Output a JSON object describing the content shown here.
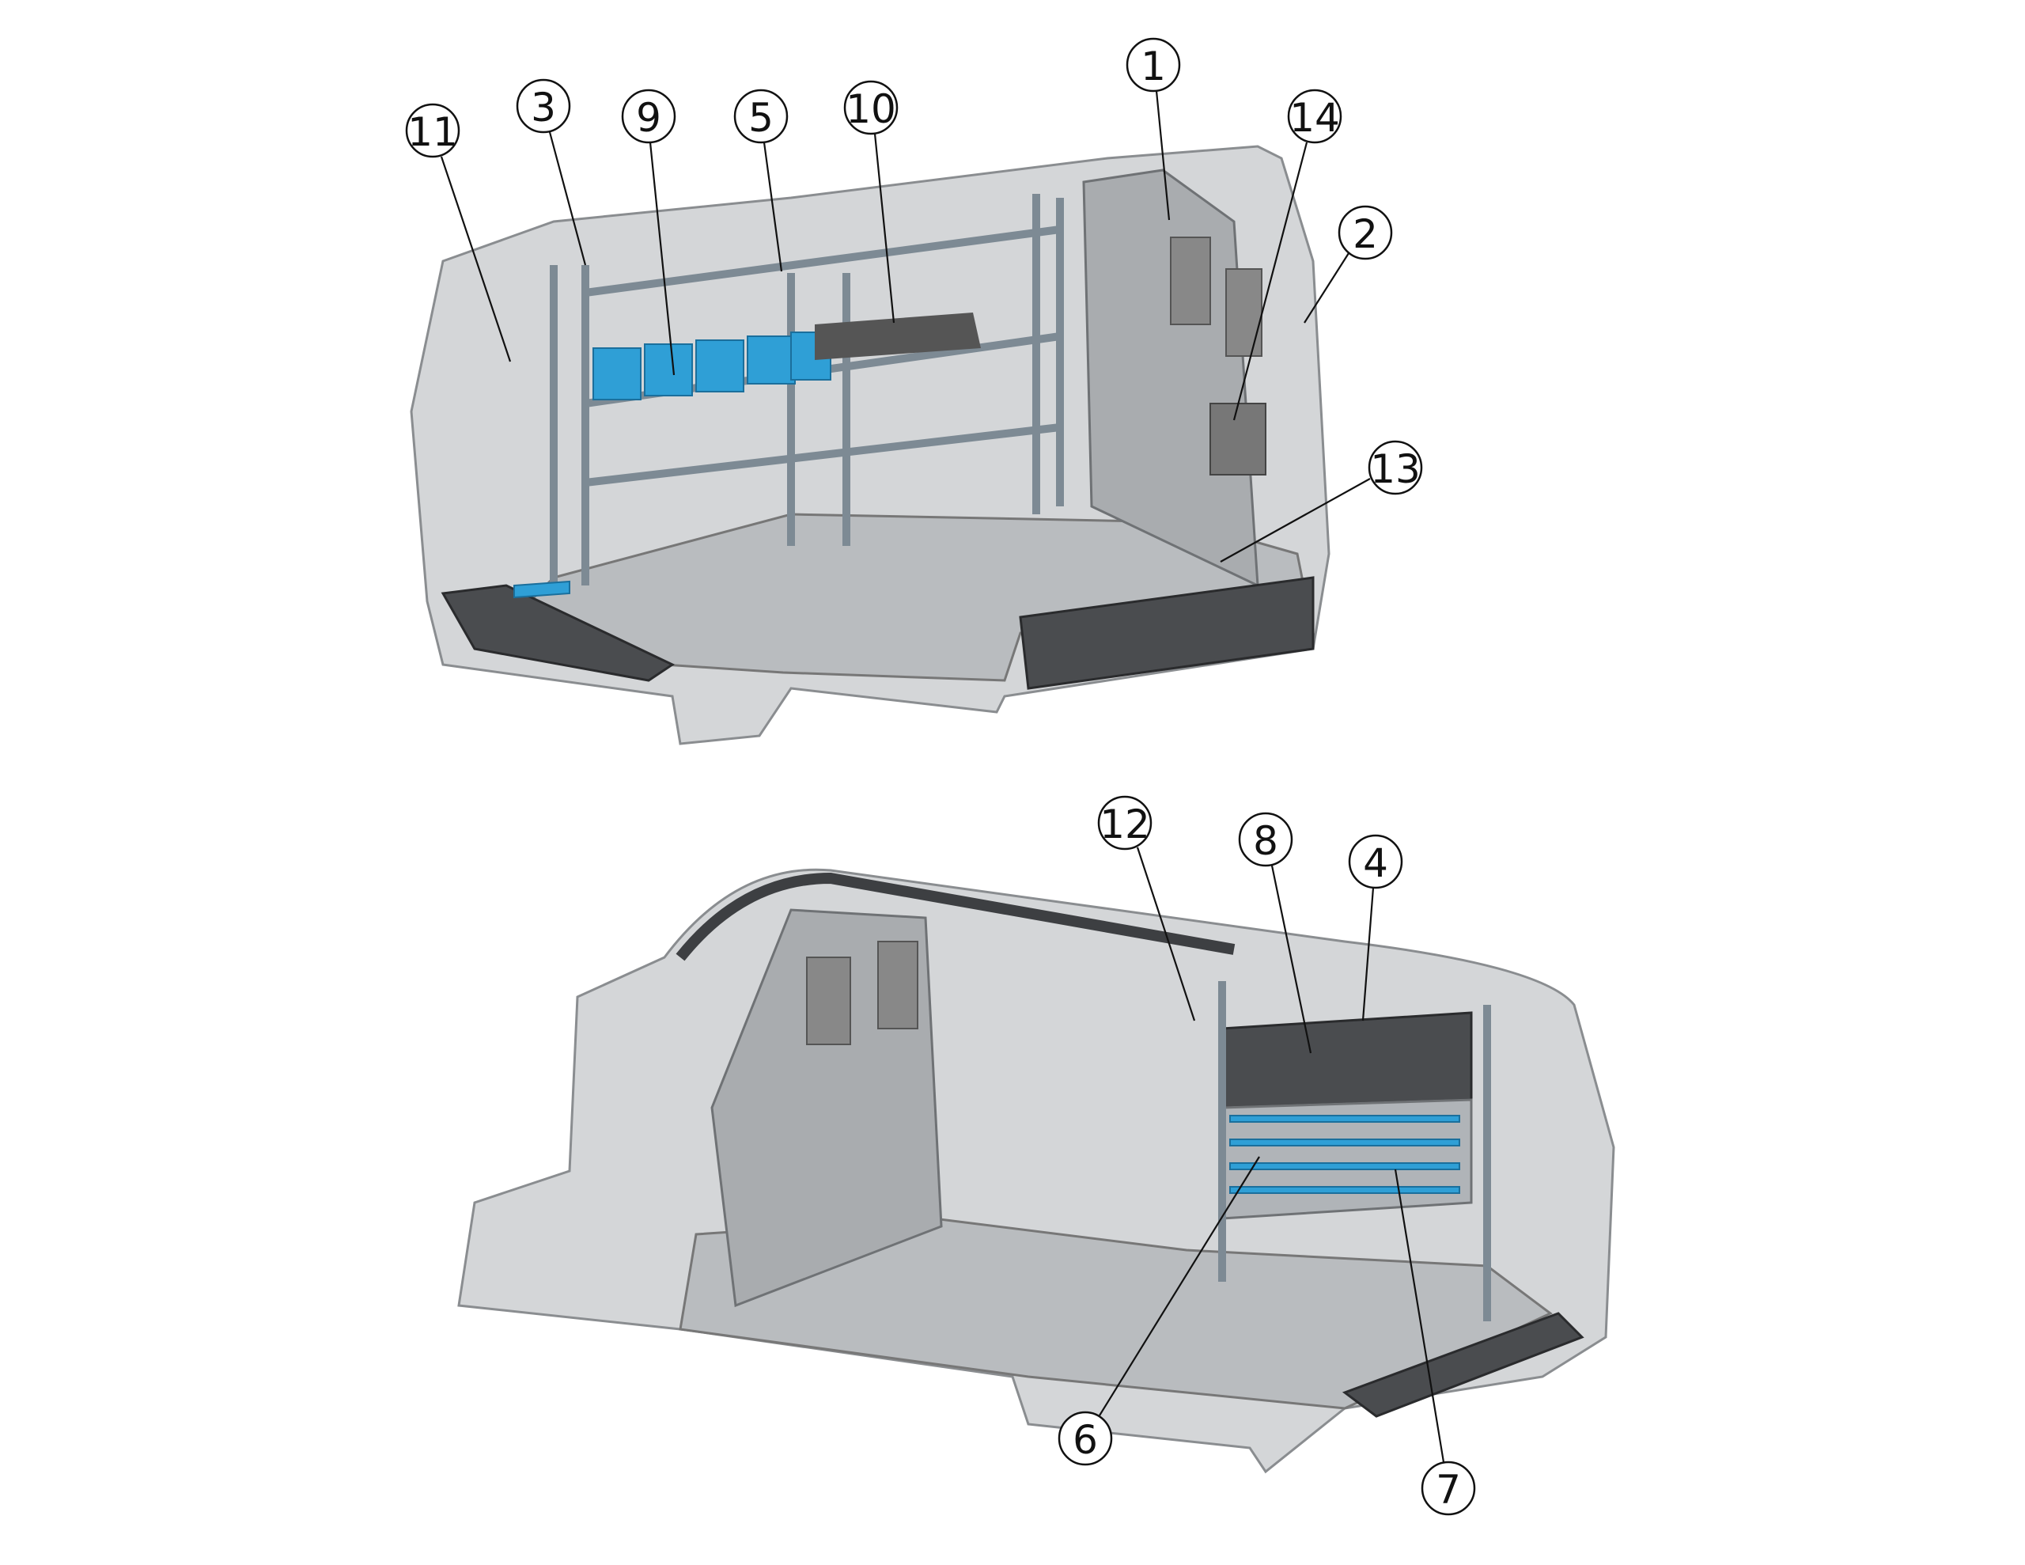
{
  "figure": {
    "top_view": {
      "callouts": [
        "1",
        "14",
        "2",
        "13",
        "11",
        "3",
        "9",
        "5",
        "10"
      ]
    },
    "bottom_view": {
      "callouts": [
        "12",
        "8",
        "4",
        "6",
        "7"
      ]
    }
  },
  "colors": {
    "shelving_accent": "#2f9fd6",
    "vehicle_body": "#d4d6d8",
    "mat": "#4a4c4f"
  }
}
